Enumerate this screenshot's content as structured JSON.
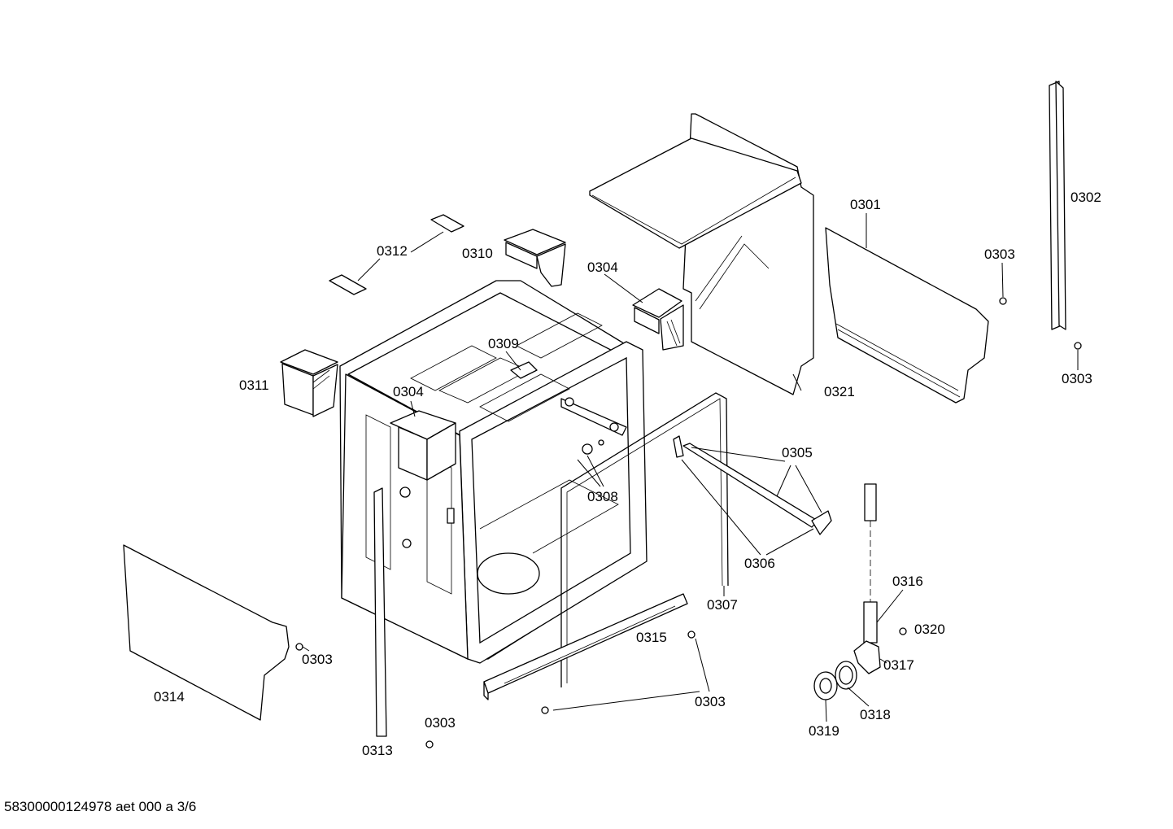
{
  "labels": {
    "l0301": "0301",
    "l0302": "0302",
    "l0303_a": "0303",
    "l0303_b": "0303",
    "l0303_c": "0303",
    "l0303_d": "0303",
    "l0303_e": "0303",
    "l0304_a": "0304",
    "l0304_b": "0304",
    "l0305": "0305",
    "l0306": "0306",
    "l0307": "0307",
    "l0308": "0308",
    "l0309": "0309",
    "l0310": "0310",
    "l0311": "0311",
    "l0312": "0312",
    "l0313": "0313",
    "l0314": "0314",
    "l0315": "0315",
    "l0316": "0316",
    "l0317": "0317",
    "l0318": "0318",
    "l0319": "0319",
    "l0320": "0320",
    "l0321": "0321"
  },
  "footer": "58300000124978 aet 000 a 3/6"
}
